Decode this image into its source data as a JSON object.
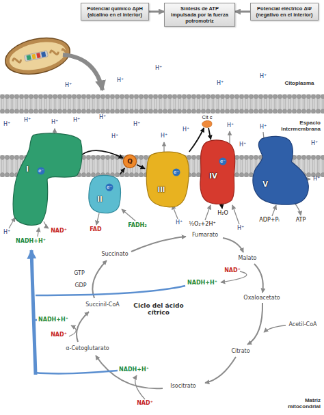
{
  "diagram": {
    "nodes": [
      {
        "text": [
          "Potencial químico ΔpH (alcalino en el interior)"
        ]
      },
      {
        "text": [
          "Síntesis de ATP impulsada por la fuerza potromotriz"
        ]
      },
      {
        "text": [
          "Potencial eléctrico ΔΨ (negativo en el interior)"
        ]
      },
      {
        "text": [
          "I"
        ]
      },
      {
        "text": [
          "II"
        ]
      },
      {
        "text": [
          "Q"
        ]
      },
      {
        "text": [
          "III"
        ]
      },
      {
        "text": [
          "Cit c"
        ]
      },
      {
        "text": [
          "IV"
        ]
      },
      {
        "text": [
          "V"
        ]
      }
    ],
    "edges": [
      {
        "from": 0,
        "to": 1,
        "arrow": "to"
      },
      {
        "from": 2,
        "to": 1,
        "arrow": "to"
      },
      {
        "from": 3,
        "to": 5,
        "arrow": "to"
      },
      {
        "from": 4,
        "to": 5,
        "arrow": "to"
      },
      {
        "from": 5,
        "to": 6,
        "arrow": "to"
      },
      {
        "from": 6,
        "to": 7,
        "arrow": "to"
      },
      {
        "from": 7,
        "to": 8,
        "arrow": "to"
      }
    ],
    "labels": [
      "Citoplasma",
      "Espacio intermembrana",
      "Matriz mitocondrial",
      "H⁺",
      "H⁺",
      "H⁺",
      "H⁺",
      "H⁺",
      "H⁺",
      "H⁺",
      "H⁺",
      "H⁺",
      "H⁺",
      "H⁺",
      "H⁺",
      "H⁺",
      "H⁺",
      "H⁺",
      "H⁺",
      "H⁺",
      "H⁺",
      "H⁺",
      "H⁺",
      "H⁺",
      "H⁺",
      "e⁻",
      "e⁻",
      "e⁻",
      "e⁻",
      "NADH+H⁺",
      "NAD⁺",
      "FAD",
      "FADH₂",
      "½O₂+2H⁺",
      "H₂O",
      "ADP+Pᵢ",
      "ATP",
      "Ciclo del ácido cítrico",
      "Fumarato",
      "Malato",
      "NAD⁺",
      "NADH+H⁺",
      "Oxaloacetato",
      "Acetil-CoA",
      "Citrato",
      "Isocitrato",
      "NADH+H⁺",
      "NAD⁺",
      "α-Cetoglutarato",
      "NADH+H⁺",
      "NAD⁺",
      "Succinil-CoA",
      "GDP",
      "GTP",
      "Succinato"
    ]
  }
}
